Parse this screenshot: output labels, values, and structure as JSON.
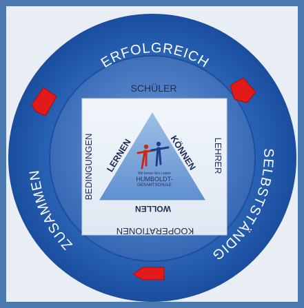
{
  "outer_ring": {
    "top_label": "ERFOLGREICH",
    "left_label": "ZUSAMMEN",
    "right_label": "SELBSTSTÄNDIG"
  },
  "square": {
    "top_label": "SCHÜLER",
    "left_label": "BEDINGUNGEN",
    "right_label": "LEHRER",
    "bottom_label": "KOOPERATIONEN"
  },
  "triangle": {
    "left_label": "LERNEN",
    "right_label": "KÖNNEN",
    "bottom_label": "WOLLEN"
  },
  "logo": {
    "motto": "Wir lernen fürs Leben",
    "school_line1": "HUMBOLDT-",
    "school_line2": "GESAMTSCHULE"
  },
  "colors": {
    "background": "#4a79b0",
    "outer_ring": "#1f56a8",
    "middle_ring": "#3a73c2",
    "arrow_red": "#e21a1a"
  }
}
